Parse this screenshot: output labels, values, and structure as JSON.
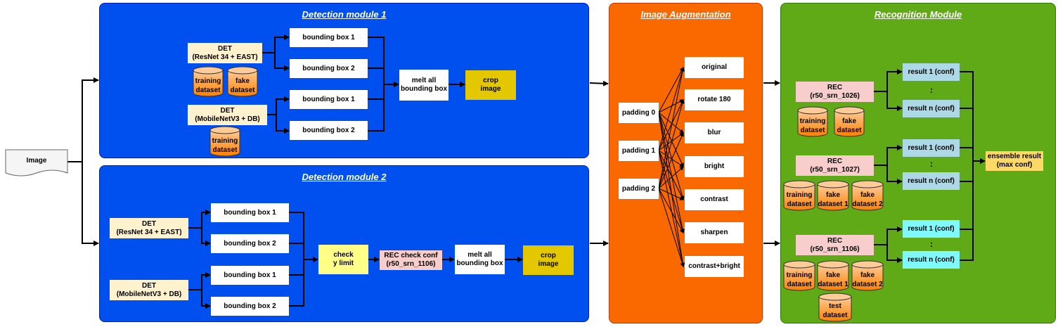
{
  "input": {
    "label": "Image"
  },
  "detection1": {
    "title": "Detection module 1",
    "det1": "DET\n(ResNet 34 + EAST)",
    "det2": "DET\n(MobileNetV3 + DB)",
    "ds_training": "training\ndataset",
    "ds_fake": "fake\ndataset",
    "ds_training2": "training\ndataset",
    "bb1": "bounding box 1",
    "bb2": "bounding box 2",
    "bb3": "bounding box 1",
    "bb4": "bounding box 2",
    "melt": "melt all\nbounding box",
    "crop": "crop\nimage"
  },
  "detection2": {
    "title": "Detection module  2",
    "det1": "DET\n(ResNet 34 + EAST)",
    "det2": "DET\n(MobileNetV3 + DB)",
    "bb1": "bounding box 1",
    "bb2": "bounding box 2",
    "bb3": "bounding box 1",
    "bb4": "bounding box 2",
    "check": "check\ny limit",
    "rec_check": "REC check conf\n(r50_srn_1106)",
    "melt": "melt all\nbounding box",
    "crop": "crop\nimage"
  },
  "augmentation": {
    "title": "Image Augmentation",
    "paddings": [
      "padding 0",
      "padding 1",
      "padding 2"
    ],
    "ops": [
      "original",
      "rotate 180",
      "blur",
      "bright",
      "contrast",
      "sharpen",
      "contrast+bright"
    ]
  },
  "recognition": {
    "title": "Recognition Module",
    "rec1": "REC\n(r50_srn_1026)",
    "rec2": "REC\n(r50_srn_1027)",
    "rec3": "REC\n(r50_srn_1106)",
    "ds_training": "training\ndataset",
    "ds_fake": "fake\ndataset",
    "ds_fake1": "fake\ndataset 1",
    "ds_fake2": "fake\ndataset 2",
    "ds_test": "test\ndataset",
    "result1": "result 1 (conf)",
    "resultn": "result n (conf)",
    "dots": ":",
    "ensemble": "ensemble result\n(max conf)"
  },
  "colors": {
    "detection_panel": "#0050ef",
    "augmentation_panel": "#fa6800",
    "recognition_panel": "#60a917",
    "cylinder_top": "#ffcc99",
    "cylinder_bottom": "#ff8000"
  }
}
